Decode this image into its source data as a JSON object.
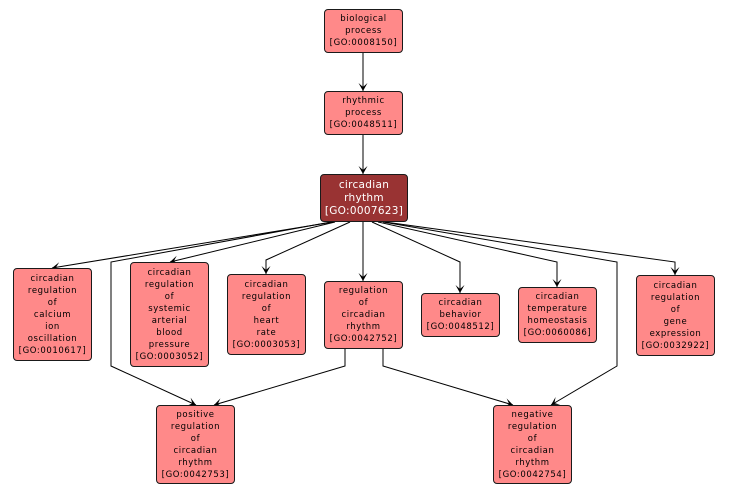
{
  "graph": {
    "colors": {
      "node_fill": "#ff8989",
      "focus_fill": "#993333",
      "edge": "#000000",
      "border": "#1a1a1a"
    },
    "nodes": [
      {
        "id": "GO:0008150",
        "lines": [
          "biological",
          "process",
          "[GO:0008150]"
        ]
      },
      {
        "id": "GO:0048511",
        "lines": [
          "rhythmic",
          "process",
          "[GO:0048511]"
        ]
      },
      {
        "id": "GO:0007623",
        "lines": [
          "circadian",
          "rhythm",
          "[GO:0007623]"
        ],
        "focus": true
      },
      {
        "id": "GO:0010617",
        "lines": [
          "circadian",
          "regulation",
          "of",
          "calcium",
          "ion",
          "oscillation",
          "[GO:0010617]"
        ]
      },
      {
        "id": "GO:0003052",
        "lines": [
          "circadian",
          "regulation",
          "of",
          "systemic",
          "arterial",
          "blood",
          "pressure",
          "[GO:0003052]"
        ]
      },
      {
        "id": "GO:0003053",
        "lines": [
          "circadian",
          "regulation",
          "of",
          "heart",
          "rate",
          "[GO:0003053]"
        ]
      },
      {
        "id": "GO:0042752",
        "lines": [
          "regulation",
          "of",
          "circadian",
          "rhythm",
          "[GO:0042752]"
        ]
      },
      {
        "id": "GO:0048512",
        "lines": [
          "circadian",
          "behavior",
          "[GO:0048512]"
        ]
      },
      {
        "id": "GO:0060086",
        "lines": [
          "circadian",
          "temperature",
          "homeostasis",
          "[GO:0060086]"
        ]
      },
      {
        "id": "GO:0032922",
        "lines": [
          "circadian",
          "regulation",
          "of",
          "gene",
          "expression",
          "[GO:0032922]"
        ]
      },
      {
        "id": "GO:0042753",
        "lines": [
          "positive",
          "regulation",
          "of",
          "circadian",
          "rhythm",
          "[GO:0042753]"
        ]
      },
      {
        "id": "GO:0042754",
        "lines": [
          "negative",
          "regulation",
          "of",
          "circadian",
          "rhythm",
          "[GO:0042754]"
        ]
      }
    ],
    "edges": [
      {
        "from": "GO:0008150",
        "to": "GO:0048511"
      },
      {
        "from": "GO:0048511",
        "to": "GO:0007623"
      },
      {
        "from": "GO:0007623",
        "to": "GO:0010617"
      },
      {
        "from": "GO:0007623",
        "to": "GO:0003052"
      },
      {
        "from": "GO:0007623",
        "to": "GO:0003053"
      },
      {
        "from": "GO:0007623",
        "to": "GO:0042752"
      },
      {
        "from": "GO:0007623",
        "to": "GO:0048512"
      },
      {
        "from": "GO:0007623",
        "to": "GO:0060086"
      },
      {
        "from": "GO:0007623",
        "to": "GO:0032922"
      },
      {
        "from": "GO:0007623",
        "to": "GO:0042753"
      },
      {
        "from": "GO:0007623",
        "to": "GO:0042754"
      },
      {
        "from": "GO:0042752",
        "to": "GO:0042753"
      },
      {
        "from": "GO:0042752",
        "to": "GO:0042754"
      }
    ]
  }
}
